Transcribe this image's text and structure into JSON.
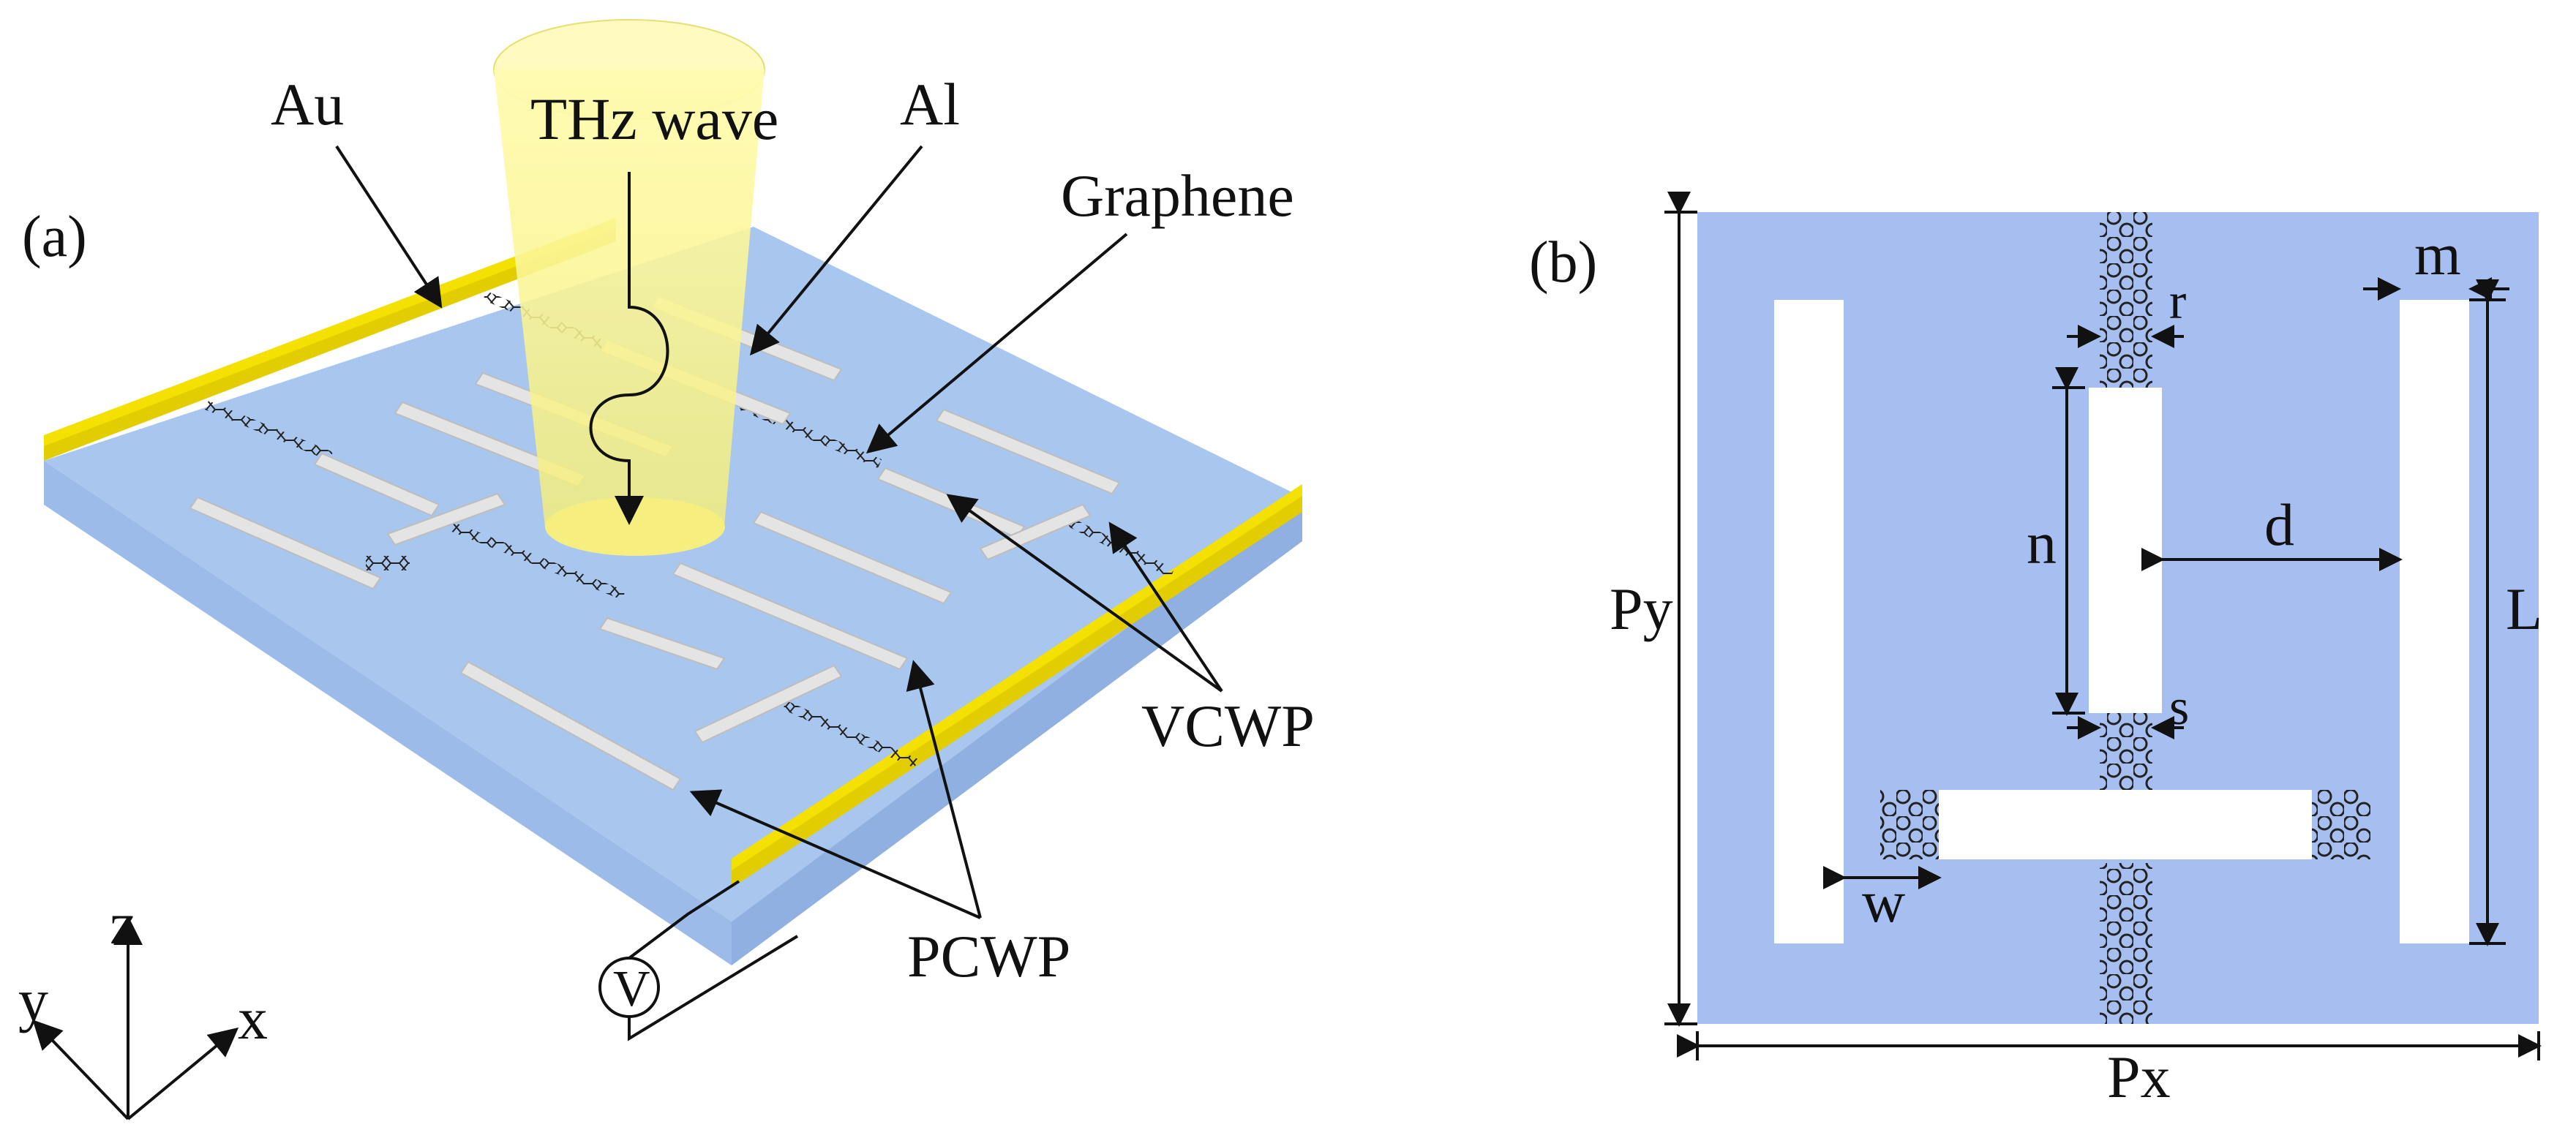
{
  "panel_a": {
    "panel_label": "(a)",
    "labels": {
      "au": "Au",
      "thz": "THz wave",
      "al": "Al",
      "graphene": "Graphene",
      "vcwp": "VCWP",
      "pcwp": "PCWP",
      "voltage": "V"
    },
    "axes": {
      "z": "z",
      "y": "y",
      "x": "x"
    }
  },
  "panel_b": {
    "panel_label": "(b)",
    "dims": {
      "px": "Px",
      "py": "Py",
      "m": "m",
      "r": "r",
      "n": "n",
      "d": "d",
      "l": "L",
      "s": "s",
      "w": "w"
    }
  },
  "colors": {
    "substrate_top": "#a9c6ee",
    "substrate_front": "#9dbbe8",
    "substrate_side": "#8fb0e0",
    "gold": "#f4e100",
    "aluminum": "#e4e4e4",
    "unit_cell": "#a7bff0",
    "beam": "#fbf7a4"
  }
}
